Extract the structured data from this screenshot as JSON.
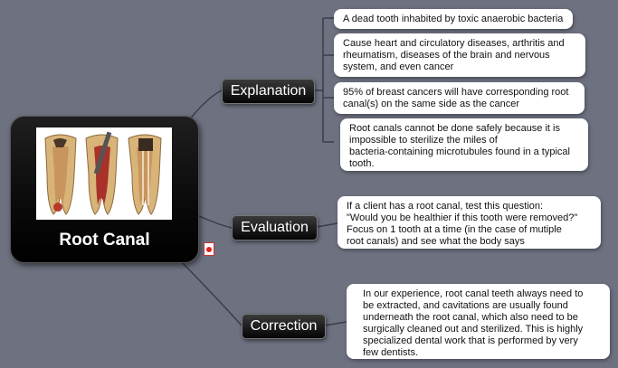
{
  "central": {
    "title": "Root Canal",
    "image_icon": "tooth-cross-section-illustration"
  },
  "branches": [
    {
      "label": "Explanation",
      "notes": [
        "A dead tooth inhabited by toxic anaerobic bacteria",
        "Cause heart and circulatory diseases, arthritis and\nrheumatism, diseases of the brain and nervous\nsystem, and even cancer",
        "95% of breast cancers will have corresponding root\ncanal(s) on the same side as the cancer",
        "Root canals cannot be done safely because it is\nimpossible to sterilize the miles of\nbacteria-containing microtubules found in a typical\ntooth."
      ]
    },
    {
      "label": "Evaluation",
      "notes": [
        "If a client has a root canal, test this question:\n\"Would you be healthier if this tooth were removed?\"\nFocus on 1 tooth at a time (in the case of mutiple\nroot canals) and see what the body says"
      ]
    },
    {
      "label": "Correction",
      "notes": [
        "In our experience, root canal teeth always need to\nbe extracted, and cavitations are usually found\nunderneath the root canal, which also need to be\nsurgically cleaned out and sterilized. This is highly\nspecialized dental work that is performed by very\nfew dentists."
      ]
    }
  ],
  "attachment_icon": "pdf-attachment-icon",
  "colors": {
    "background": "#6e7180",
    "node": "#000000",
    "note": "#ffffff",
    "connector": "#3a3d48"
  }
}
